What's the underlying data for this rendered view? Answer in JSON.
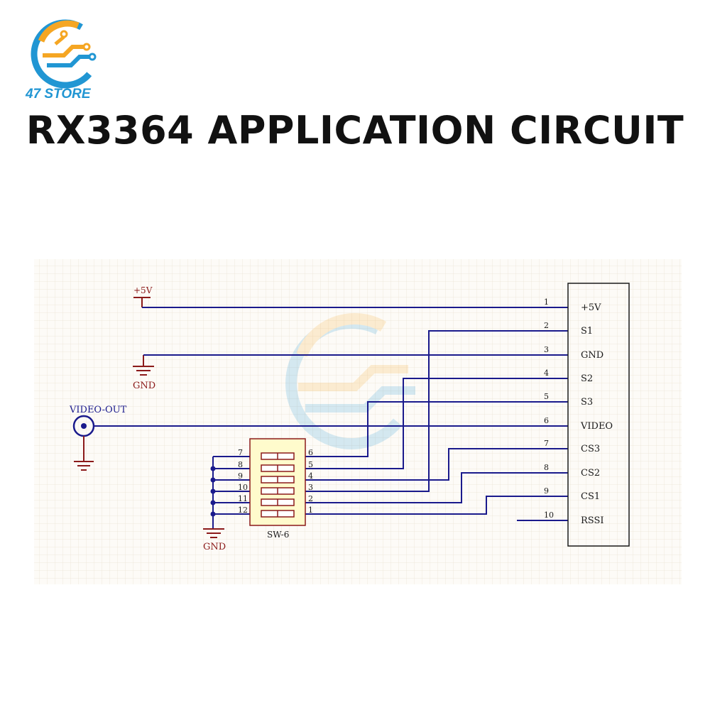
{
  "brand": {
    "name": "47 STORE"
  },
  "title": "RX3364 APPLICATION CIRCUIT",
  "colors": {
    "wire": "#1a1a8c",
    "power": "#8b1a1a",
    "component": "#8b1a1a",
    "switch_body": "#fffbcc",
    "brand_blue": "#2196d3",
    "brand_orange": "#f5a623"
  },
  "circuit": {
    "power_label": "+5V",
    "gnd_label_top": "GND",
    "gnd_label_bottom": "GND",
    "video_out_label": "VIDEO-OUT",
    "switch_label": "SW-6",
    "connector": {
      "pins": [
        {
          "num": "1",
          "name": "+5V"
        },
        {
          "num": "2",
          "name": "S1"
        },
        {
          "num": "3",
          "name": "GND"
        },
        {
          "num": "4",
          "name": "S2"
        },
        {
          "num": "5",
          "name": "S3"
        },
        {
          "num": "6",
          "name": "VIDEO"
        },
        {
          "num": "7",
          "name": "CS3"
        },
        {
          "num": "8",
          "name": "CS2"
        },
        {
          "num": "9",
          "name": "CS1"
        },
        {
          "num": "10",
          "name": "RSSI"
        }
      ]
    },
    "switch_left_pins": [
      "7",
      "8",
      "9",
      "10",
      "11",
      "12"
    ],
    "switch_right_pins": [
      "6",
      "5",
      "4",
      "3",
      "2",
      "1"
    ]
  }
}
